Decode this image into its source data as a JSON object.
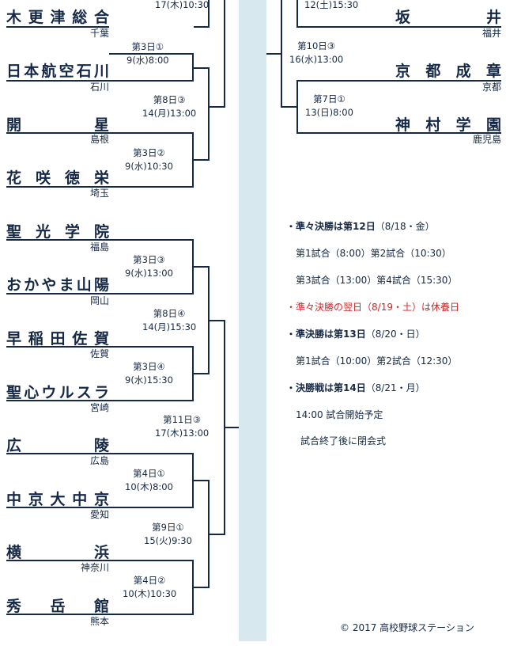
{
  "left_teams": [
    {
      "name": "木更津総合",
      "pref": "千葉"
    },
    {
      "name": "日本航空石川",
      "pref": "石川"
    },
    {
      "name": "開　　星",
      "pref": "島根"
    },
    {
      "name": "花咲徳栄",
      "pref": "埼玉"
    },
    {
      "name": "聖光学院",
      "pref": "福島"
    },
    {
      "name": "おかやま山陽",
      "pref": "岡山"
    },
    {
      "name": "早稲田佐賀",
      "pref": "佐賀"
    },
    {
      "name": "聖心ウルスラ",
      "pref": "宮崎"
    },
    {
      "name": "広　　陵",
      "pref": "広島"
    },
    {
      "name": "中京大中京",
      "pref": "愛知"
    },
    {
      "name": "横　　浜",
      "pref": "神奈川"
    },
    {
      "name": "秀岳館",
      "pref": "熊本"
    }
  ],
  "right_teams": [
    {
      "name": "坂　　井",
      "pref": "福井"
    },
    {
      "name": "京都成章",
      "pref": "京都"
    },
    {
      "name": "神村学園",
      "pref": "鹿児島"
    }
  ],
  "matches_left": [
    {
      "id": "top",
      "day": "",
      "time": "17(木)10:30"
    },
    {
      "id": "d3_1",
      "day": "第3日①",
      "time": "9(水)8:00"
    },
    {
      "id": "d8_3",
      "day": "第8日③",
      "time": "14(月)13:00"
    },
    {
      "id": "d3_2",
      "day": "第3日②",
      "time": "9(水)10:30"
    },
    {
      "id": "d3_3",
      "day": "第3日③",
      "time": "9(水)13:00"
    },
    {
      "id": "d8_4",
      "day": "第8日④",
      "time": "14(月)15:30"
    },
    {
      "id": "d3_4",
      "day": "第3日④",
      "time": "9(水)15:30"
    },
    {
      "id": "d11_3",
      "day": "第11日③",
      "time": "17(木)13:00"
    },
    {
      "id": "d4_1",
      "day": "第4日①",
      "time": "10(木)8:00"
    },
    {
      "id": "d9_1",
      "day": "第9日①",
      "time": "15(火)9:30"
    },
    {
      "id": "d4_2",
      "day": "第4日②",
      "time": "10(木)10:30"
    }
  ],
  "matches_right": [
    {
      "id": "r_top",
      "day": "",
      "time": "12(土)15:30"
    },
    {
      "id": "d10_3",
      "day": "第10日③",
      "time": "16(水)13:00"
    },
    {
      "id": "d7_1",
      "day": "第7日①",
      "time": "13(日)8:00"
    }
  ],
  "notes": {
    "qf_head": "準々決勝は第12日",
    "qf_date": "（8/18・金）",
    "qf_line1": "第1試合（8:00）第2試合（10:30）",
    "qf_line2": "第3試合（13:00）第4試合（15:30）",
    "rest_day": "準々決勝の翌日（8/19・土）は休養日",
    "sf_head": "準決勝は第13日",
    "sf_date": "（8/20・日）",
    "sf_line": "第1試合（10:00）第2試合（12:30）",
    "final_head": "決勝戦は第14日",
    "final_date": "（8/21・月）",
    "final_line1": "14:00 試合開始予定",
    "final_line2": "試合終了後に閉会式",
    "bullet": "・"
  },
  "copyright": "© 2017 高校野球ステーション",
  "colors": {
    "ink": "#152845",
    "strip": "#d7e8ef",
    "accent_red": "#d02626"
  }
}
